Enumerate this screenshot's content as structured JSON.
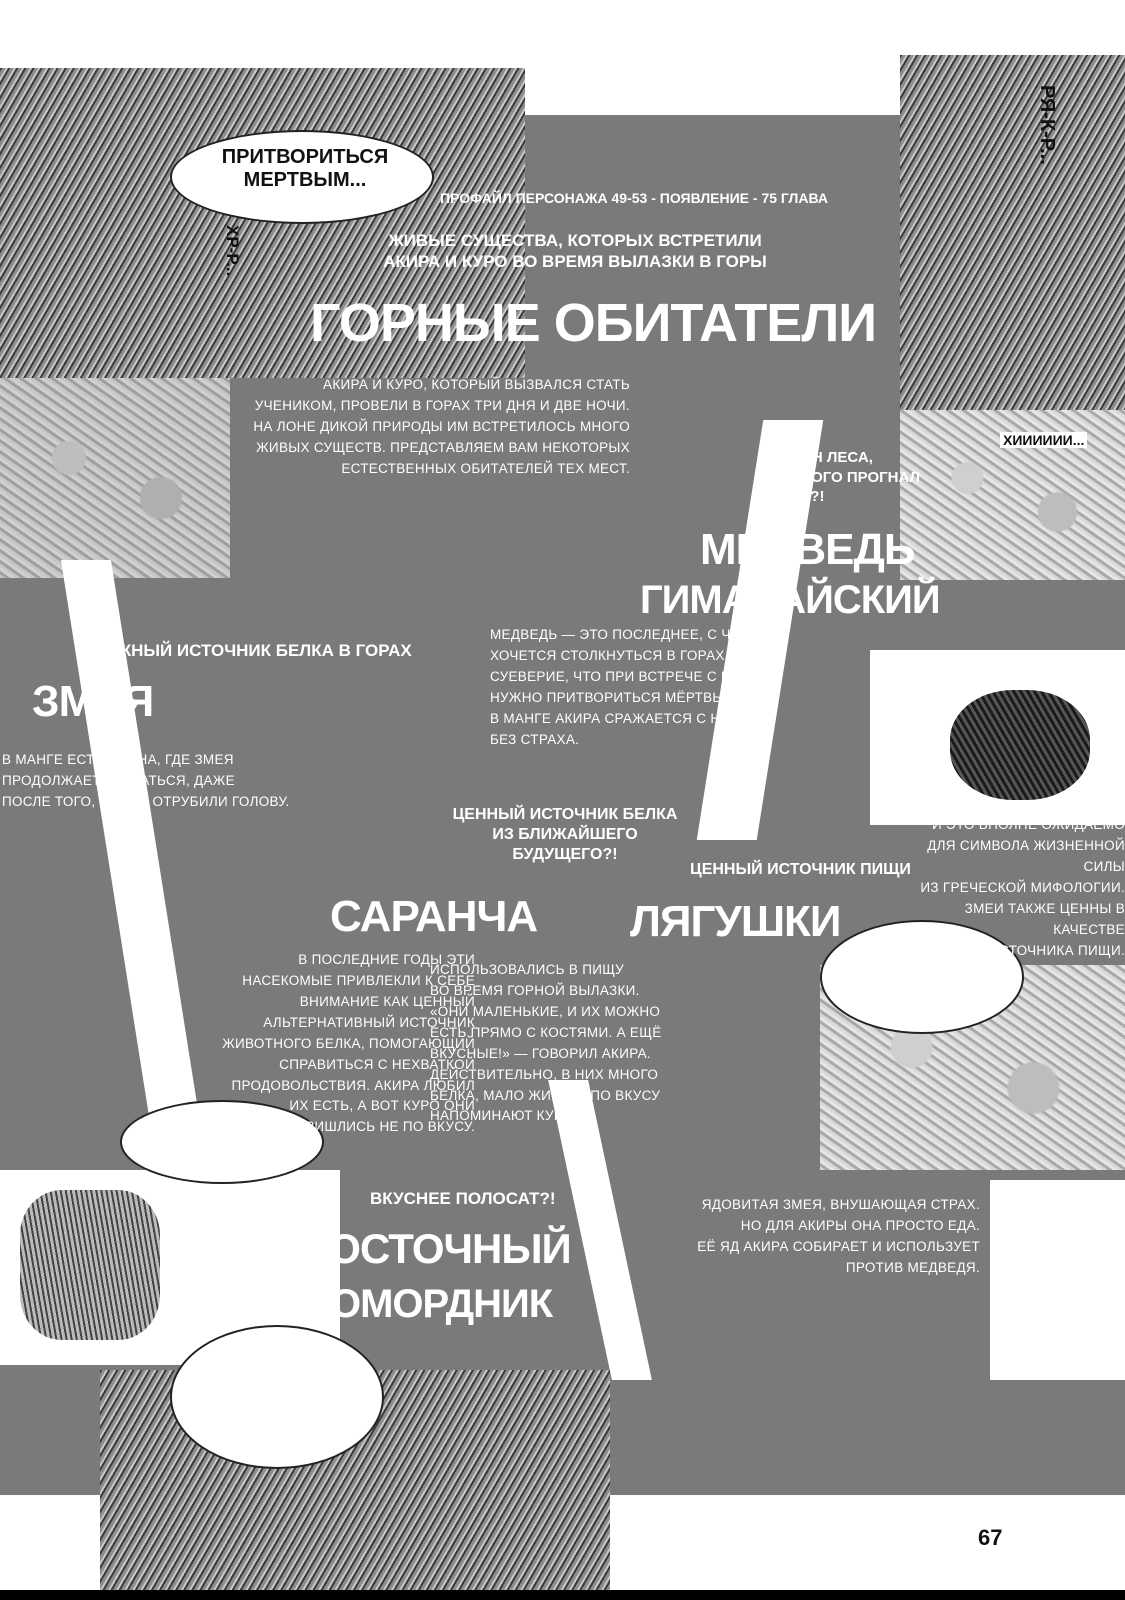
{
  "header": {
    "profile_line": "ПРОФАЙЛ ПЕРСОНАЖА 49-53 - ПОЯВЛЕНИЕ - 75 ГЛАВА",
    "subtitle_line1": "ЖИВЫЕ СУЩЕСТВА, КОТОРЫХ ВСТРЕТИЛИ",
    "subtitle_line2": "АКИРА И КУРО ВО ВРЕМЯ ВЫЛАЗКИ В ГОРЫ",
    "title": "ГОРНЫЕ ОБИТАТЕЛИ",
    "intro": [
      "АКИРА И КУРО, КОТОРЫЙ ВЫЗВАЛСЯ СТАТЬ",
      "УЧЕНИКОМ, ПРОВЕЛИ В ГОРАХ ТРИ ДНЯ И ДВЕ НОЧИ.",
      "НА ЛОНЕ ДИКОЙ ПРИРОДЫ ИМ ВСТРЕТИЛОСЬ МНОГО",
      "ЖИВЫХ СУЩЕСТВ. ПРЕДСТАВЛЯЕМ ВАМ НЕКОТОРЫХ",
      "ЕСТЕСТВЕННЫХ ОБИТАТЕЛЕЙ ТЕХ МЕСТ."
    ]
  },
  "speech": {
    "top_bubble": [
      "ПРИТВОРИТЬСЯ",
      "МЕРТВЫМ..."
    ],
    "sfx_left": "ХР-Р...",
    "sfx_right_top": "РЯ-К-Р...",
    "sfx_shiver": "ХИИИИИИ..."
  },
  "bear": {
    "kicker": [
      "ХОЗЯИН ЛЕСА,",
      "КОТОРОГО ПРОГНАЛ",
      "АКИРА?!"
    ],
    "name_line1": "МЕДВЕДЬ",
    "name_line2": "ГИМАЛАЙСКИЙ",
    "text": [
      "МЕДВЕДЬ — ЭТО ПОСЛЕДНЕЕ, С ЧЕМ",
      "ХОЧЕТСЯ СТОЛКНУТЬСЯ В ГОРАХ. ЭТО",
      "СУЕВЕРИЕ, ЧТО ПРИ ВСТРЕЧЕ С НИМ",
      "НУЖНО ПРИТВОРИТЬСЯ МЁРТВЫМ.",
      "В МАНГЕ АКИРА СРАЖАЕТСЯ С НИМ,",
      "БЕЗ СТРАХА."
    ]
  },
  "snake": {
    "kicker": "ВАЖНЫЙ ИСТОЧНИК БЕЛКА В ГОРАХ",
    "name": "ЗМЕЯ",
    "text": [
      "В МАНГЕ ЕСТЬ СЦЕНА, ГДЕ ЗМЕЯ",
      "ПРОДОЛЖАЕТ ДВИГАТЬСЯ, ДАЖЕ",
      "ПОСЛЕ ТОГО, КАК ЕЙ ОТРУБИЛИ ГОЛОВУ.",
      "И ЭТО ВПОЛНЕ ОЖИДАЕМО",
      "ДЛЯ СИМВОЛА ЖИЗНЕННОЙ СИЛЫ",
      "ИЗ ГРЕЧЕСКОЙ МИФОЛОГИИ.",
      "ЗМЕИ ТАКЖЕ ЦЕННЫ В КАЧЕСТВЕ",
      "ИСТОЧНИКА ПИЩИ."
    ]
  },
  "locust": {
    "kicker": [
      "ЦЕННЫЙ ИСТОЧНИК БЕЛКА",
      "ИЗ БЛИЖАЙШЕГО",
      "БУДУЩЕГО?!"
    ],
    "name": "САРАНЧА",
    "text": [
      "В ПОСЛЕДНИЕ ГОДЫ ЭТИ",
      "НАСЕКОМЫЕ ПРИВЛЕКЛИ К СЕБЕ",
      "ВНИМАНИЕ КАК ЦЕННЫЙ",
      "АЛЬТЕРНАТИВНЫЙ ИСТОЧНИК",
      "ЖИВОТНОГО БЕЛКА, ПОМОГАЮЩИЙ",
      "СПРАВИТЬСЯ С НЕХВАТКОЙ",
      "ПРОДОВОЛЬСТВИЯ. АКИРА ЛЮБИЛ",
      "ИХ ЕСТЬ, А ВОТ КУРО ОНИ",
      "ПРИШЛИСЬ НЕ ПО ВКУСУ."
    ]
  },
  "frog": {
    "kicker": "ЦЕННЫЙ ИСТОЧНИК ПИЩИ",
    "name": "ЛЯГУШКИ",
    "text": [
      "ИСПОЛЬЗОВАЛИСЬ В ПИЩУ",
      "ВО ВРЕМЯ ГОРНОЙ ВЫЛАЗКИ.",
      "«ОНИ МАЛЕНЬКИЕ, И ИХ МОЖНО",
      "ЕСТЬ ПРЯМО С КОСТЯМИ. А ЕЩЁ",
      "ВКУСНЫЕ!» — ГОВОРИЛ АКИРА.",
      "ДЕЙСТВИТЕЛЬНО, В НИХ МНОГО",
      "БЕЛКА, МАЛО ЖИРА, А ПО ВКУСУ",
      "НАПОМИНАЮТ КУРИЦУ."
    ]
  },
  "pitviper": {
    "kicker": "ВКУСНЕЕ ПОЛОСАТ?!",
    "name_line1": "ВОСТОЧНЫЙ",
    "name_line2": "ЩИТОМОРДНИК",
    "text": [
      "ЯДОВИТАЯ ЗМЕЯ, ВНУШАЮЩАЯ СТРАХ.",
      "НО ДЛЯ АКИРЫ ОНА ПРОСТО ЕДА.",
      "ЕЁ ЯД АКИРА СОБИРАЕТ И ИСПОЛЬЗУЕТ",
      "ПРОТИВ МЕДВЕДЯ."
    ]
  },
  "page_number": "67"
}
